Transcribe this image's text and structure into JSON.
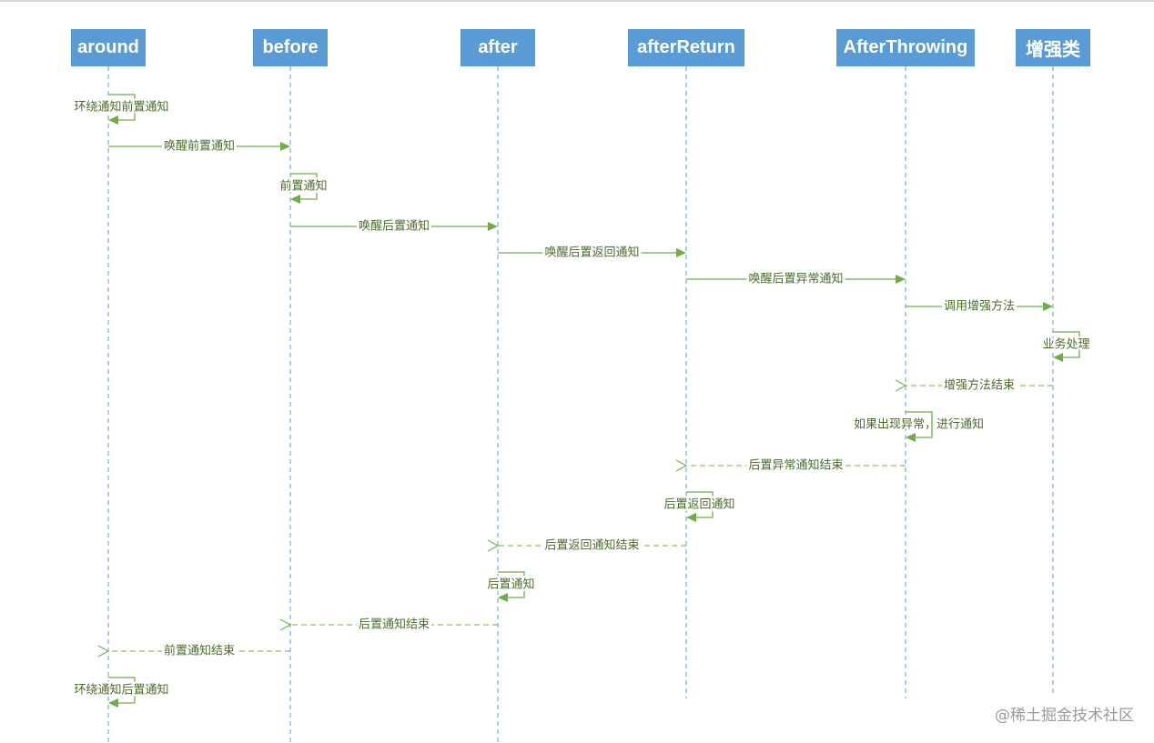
{
  "participants": [
    {
      "id": "around",
      "label": "around"
    },
    {
      "id": "before",
      "label": "before"
    },
    {
      "id": "after",
      "label": "after"
    },
    {
      "id": "afterReturn",
      "label": "afterReturn"
    },
    {
      "id": "afterThrowing",
      "label": "AfterThrowing"
    },
    {
      "id": "enhancer",
      "label": "增强类"
    }
  ],
  "messages": [
    {
      "kind": "self",
      "on": "around",
      "label": "环绕通知前置通知"
    },
    {
      "kind": "call",
      "from": "around",
      "to": "before",
      "label": "唤醒前置通知"
    },
    {
      "kind": "self",
      "on": "before",
      "label": "前置通知"
    },
    {
      "kind": "call",
      "from": "before",
      "to": "after",
      "label": "唤醒后置通知"
    },
    {
      "kind": "call",
      "from": "after",
      "to": "afterReturn",
      "label": "唤醒后置返回通知"
    },
    {
      "kind": "call",
      "from": "afterReturn",
      "to": "afterThrowing",
      "label": "唤醒后置异常通知"
    },
    {
      "kind": "call",
      "from": "afterThrowing",
      "to": "enhancer",
      "label": "调用增强方法"
    },
    {
      "kind": "self",
      "on": "enhancer",
      "label": "业务处理"
    },
    {
      "kind": "return",
      "from": "enhancer",
      "to": "afterThrowing",
      "label": "增强方法结束"
    },
    {
      "kind": "self",
      "on": "afterThrowing",
      "label": "如果出现异常，进行通知"
    },
    {
      "kind": "return",
      "from": "afterThrowing",
      "to": "afterReturn",
      "label": "后置异常通知结束"
    },
    {
      "kind": "self",
      "on": "afterReturn",
      "label": "后置返回通知"
    },
    {
      "kind": "return",
      "from": "afterReturn",
      "to": "after",
      "label": "后置返回通知结束"
    },
    {
      "kind": "self",
      "on": "after",
      "label": "后置通知"
    },
    {
      "kind": "return",
      "from": "after",
      "to": "before",
      "label": "后置通知结束"
    },
    {
      "kind": "return",
      "from": "before",
      "to": "around",
      "label": "前置通知结束"
    },
    {
      "kind": "self",
      "on": "around",
      "label": "环绕通知后置通知"
    }
  ],
  "watermark": "@稀土掘金技术社区",
  "colors": {
    "participant": "#5b9bd5",
    "lifeline": "#5b9bd5",
    "message": "#70ad47",
    "label": "#4a6b2a"
  }
}
